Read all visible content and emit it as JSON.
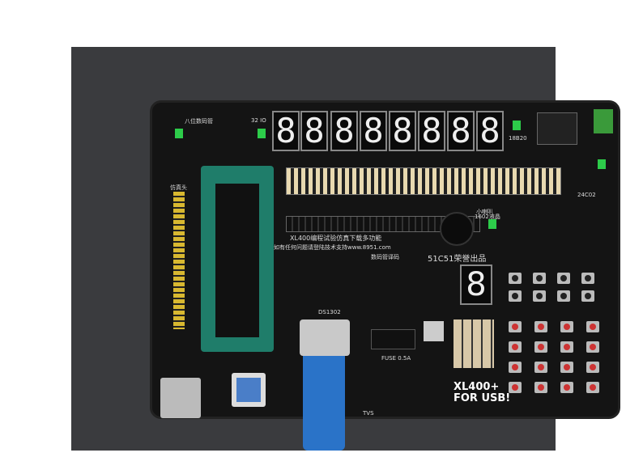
{
  "board": {
    "model": "XL400+",
    "model_sub": "FOR USB!",
    "slogan": "XL400编程试验仿真下载多功能",
    "website": "如有任何问题请登陆技术支持www.8951.com",
    "brand": "51C51荣誉出品",
    "lcd_label": "1602液晶",
    "seg_label": "八位数码管",
    "ic_label": "32 IO",
    "decoder_label": "数码管译码",
    "sim_label": "仿真头",
    "buzzer_label": "小喇叭",
    "rtc_label": "DS1302",
    "eeprom_label": "24C02",
    "temp_label": "18B20",
    "digits": [
      "8",
      "8",
      "8",
      "8",
      "8",
      "8",
      "8",
      "8"
    ],
    "single_digit": "8",
    "fuse_label": "FUSE 0.5A",
    "tvs_label": "TVS"
  },
  "colors": {
    "board": "#141414",
    "zif": "#1f7d6a",
    "cable": "#2a73c8",
    "button_red": "#cc3333"
  }
}
